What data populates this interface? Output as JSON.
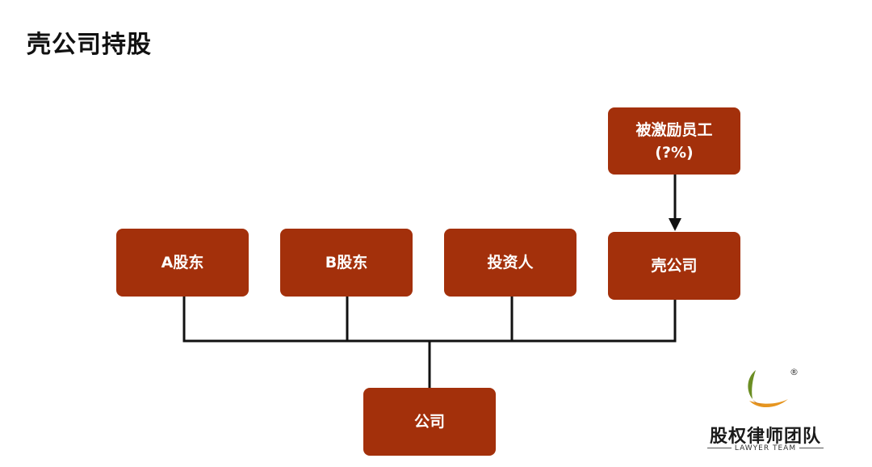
{
  "title": "壳公司持股",
  "nodes": {
    "shareholder_a": "A股东",
    "shareholder_b": "B股东",
    "investor": "投资人",
    "shell_company": "壳公司",
    "employees_line1": "被激励员工",
    "employees_line2": "(?%)",
    "company": "公司"
  },
  "edges": [
    {
      "from": "A股东",
      "to": "公司"
    },
    {
      "from": "B股东",
      "to": "公司"
    },
    {
      "from": "投资人",
      "to": "公司"
    },
    {
      "from": "壳公司",
      "to": "公司"
    },
    {
      "from": "被激励员工",
      "to": "壳公司",
      "arrow": true
    }
  ],
  "colors": {
    "node_fill": "#a3300b",
    "node_text": "#ffffff",
    "line": "#111111",
    "logo_orange": "#e6951f",
    "logo_green": "#6b8e23"
  },
  "logo": {
    "name": "股权律师团队",
    "subtitle": "LAWYER TEAM",
    "registered": "®"
  }
}
